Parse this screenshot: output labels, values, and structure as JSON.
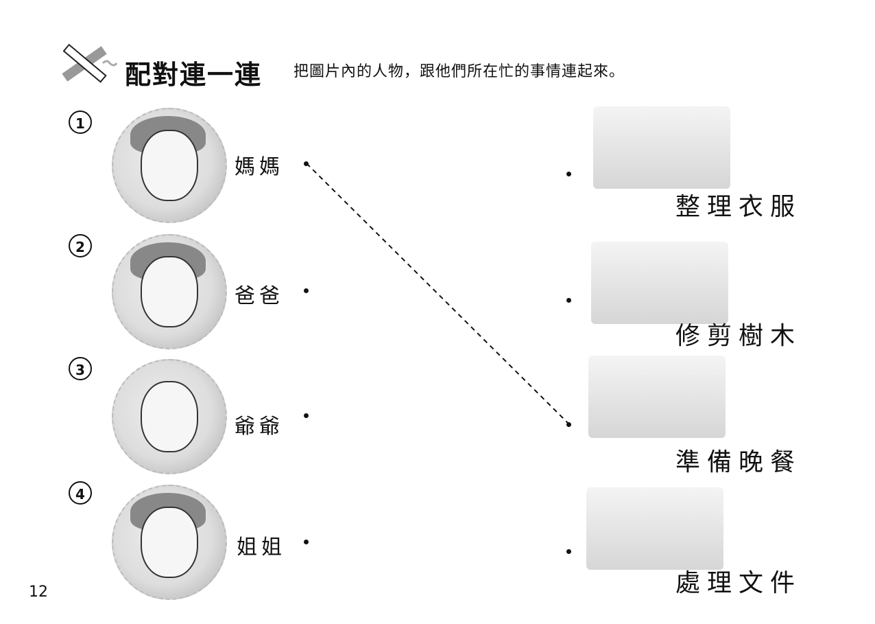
{
  "header": {
    "title": "配對連一連",
    "instruction": "把圖片內的人物，跟他們所在忙的事情連起來。",
    "icon": "pencil-ruler-icon"
  },
  "people": [
    {
      "number": "1",
      "label": "媽媽"
    },
    {
      "number": "2",
      "label": "爸爸"
    },
    {
      "number": "3",
      "label": "爺爺"
    },
    {
      "number": "4",
      "label": "姐姐"
    }
  ],
  "activities": [
    {
      "label": "整理衣服"
    },
    {
      "label": "修剪樹木"
    },
    {
      "label": "準備晚餐"
    },
    {
      "label": "處理文件"
    }
  ],
  "connections": [
    {
      "from": "媽媽",
      "to": "準備晚餐"
    }
  ],
  "page_number": "12"
}
